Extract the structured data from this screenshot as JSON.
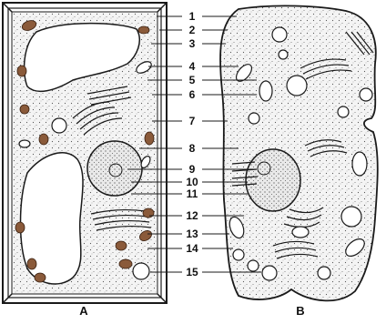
{
  "panels": {
    "plant": "A",
    "animal": "B"
  },
  "callouts": [
    {
      "label": "1"
    },
    {
      "label": "2"
    },
    {
      "label": "3"
    },
    {
      "label": "4"
    },
    {
      "label": "5"
    },
    {
      "label": "6"
    },
    {
      "label": "7"
    },
    {
      "label": "8"
    },
    {
      "label": "9"
    },
    {
      "label": "10"
    },
    {
      "label": "11"
    },
    {
      "label": "12"
    },
    {
      "label": "13"
    },
    {
      "label": "14"
    },
    {
      "label": "15"
    }
  ],
  "colors": {
    "ink": "#1a1a1a",
    "cytoplasm": "#efefef",
    "chloroplast": "#8a5a3a",
    "vacuole": "#ffffff"
  }
}
